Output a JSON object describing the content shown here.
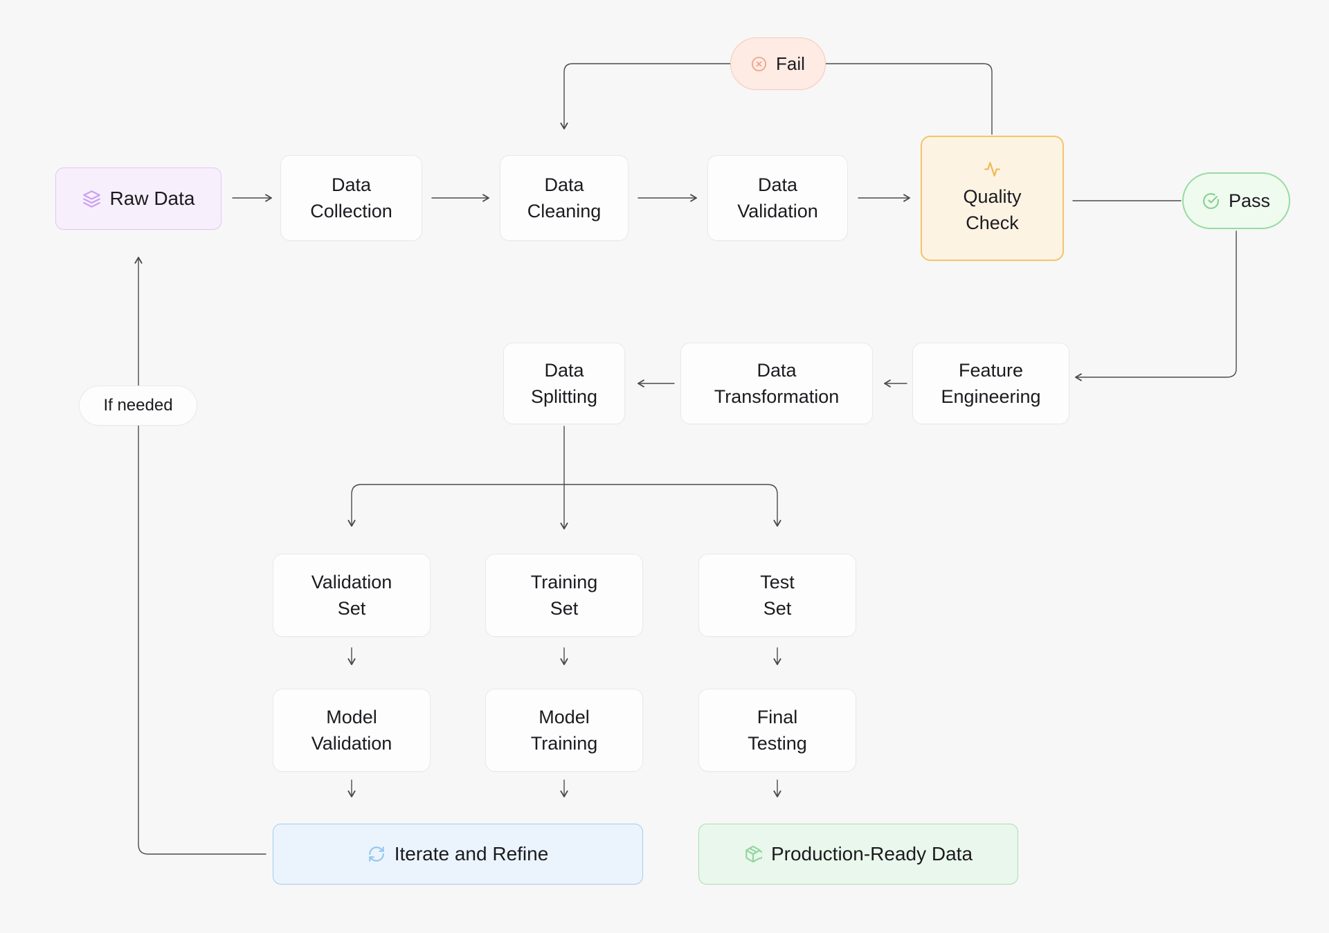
{
  "colors": {
    "canvas_bg": "#f7f7f8",
    "node_bg": "#fdfdfe",
    "node_border": "#e9e9ec",
    "text": "#1b1b1f",
    "line": "#4a4a4c",
    "purple_bg": "#f8effd",
    "purple_border": "#e2c7f2",
    "purple_icon": "#c9a2ee",
    "orange_bg": "#fdf3e3",
    "orange_border": "#f5c469",
    "orange_icon": "#f0b64f",
    "red_bg": "#fdebe4",
    "red_border": "#f8c9b4",
    "red_icon": "#f0a78d",
    "green_bg": "#effbef",
    "green_border": "#98dc9f",
    "green_icon": "#82d18f",
    "green2_bg": "#eaf7ec",
    "green2_border": "#abddb1",
    "green2_icon": "#93d69f",
    "blue_bg": "#ebf4fd",
    "blue_border": "#a0ccf1",
    "blue_icon": "#93c6ef"
  },
  "nodes": {
    "raw_data": {
      "label": "Raw Data",
      "icon": "layers-icon"
    },
    "data_collection": {
      "label": "Data\nCollection"
    },
    "data_cleaning": {
      "label": "Data\nCleaning"
    },
    "data_validation": {
      "label": "Data\nValidation"
    },
    "quality_check": {
      "label": "Quality\nCheck",
      "icon": "activity-icon"
    },
    "fail": {
      "label": "Fail",
      "icon": "x-circle-icon"
    },
    "pass": {
      "label": "Pass",
      "icon": "check-circle-icon"
    },
    "feature_engineering": {
      "label": "Feature\nEngineering"
    },
    "data_transformation": {
      "label": "Data\nTransformation"
    },
    "data_splitting": {
      "label": "Data\nSplitting"
    },
    "if_needed": {
      "label": "If needed"
    },
    "validation_set": {
      "label": "Validation\nSet"
    },
    "training_set": {
      "label": "Training\nSet"
    },
    "test_set": {
      "label": "Test\nSet"
    },
    "model_validation": {
      "label": "Model\nValidation"
    },
    "model_training": {
      "label": "Model\nTraining"
    },
    "final_testing": {
      "label": "Final\nTesting"
    },
    "iterate_refine": {
      "label": "Iterate and Refine",
      "icon": "refresh-icon"
    },
    "production_ready": {
      "label": "Production-Ready Data",
      "icon": "package-icon"
    }
  },
  "edges": [
    {
      "from": "Raw Data",
      "to": "Data Collection"
    },
    {
      "from": "Data Collection",
      "to": "Data Cleaning"
    },
    {
      "from": "Data Cleaning",
      "to": "Data Validation"
    },
    {
      "from": "Data Validation",
      "to": "Quality Check"
    },
    {
      "from": "Quality Check",
      "to": "Data Cleaning",
      "label": "Fail"
    },
    {
      "from": "Quality Check",
      "to": "Feature Engineering",
      "label": "Pass"
    },
    {
      "from": "Feature Engineering",
      "to": "Data Transformation"
    },
    {
      "from": "Data Transformation",
      "to": "Data Splitting"
    },
    {
      "from": "Data Splitting",
      "to": "Validation Set"
    },
    {
      "from": "Data Splitting",
      "to": "Training Set"
    },
    {
      "from": "Data Splitting",
      "to": "Test Set"
    },
    {
      "from": "Validation Set",
      "to": "Model Validation"
    },
    {
      "from": "Training Set",
      "to": "Model Training"
    },
    {
      "from": "Test Set",
      "to": "Final Testing"
    },
    {
      "from": "Model Validation",
      "to": "Iterate and Refine"
    },
    {
      "from": "Model Training",
      "to": "Iterate and Refine"
    },
    {
      "from": "Final Testing",
      "to": "Production-Ready Data"
    },
    {
      "from": "Iterate and Refine",
      "to": "Raw Data",
      "label": "If needed"
    }
  ]
}
